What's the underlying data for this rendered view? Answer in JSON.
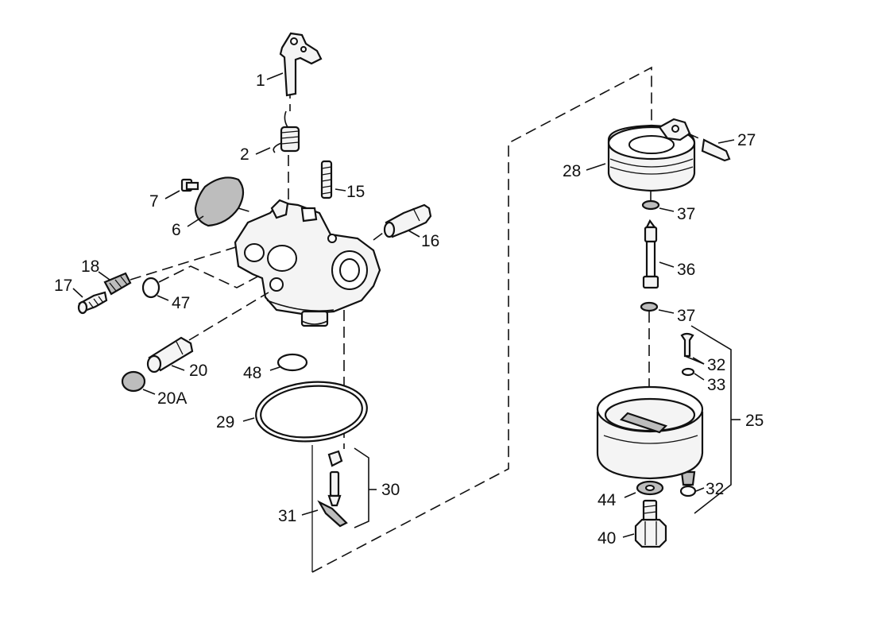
{
  "labels": {
    "l1": "1",
    "l2": "2",
    "l6": "6",
    "l7": "7",
    "l15": "15",
    "l16": "16",
    "l17": "17",
    "l18": "18",
    "l47": "47",
    "l20": "20",
    "l20a": "20A",
    "l48": "48",
    "l29": "29",
    "l30": "30",
    "l31": "31",
    "l27": "27",
    "l28": "28",
    "l37a": "37",
    "l36": "36",
    "l37b": "37",
    "l32a": "32",
    "l33": "33",
    "l25": "25",
    "l44": "44",
    "l32b": "32",
    "l40": "40"
  }
}
